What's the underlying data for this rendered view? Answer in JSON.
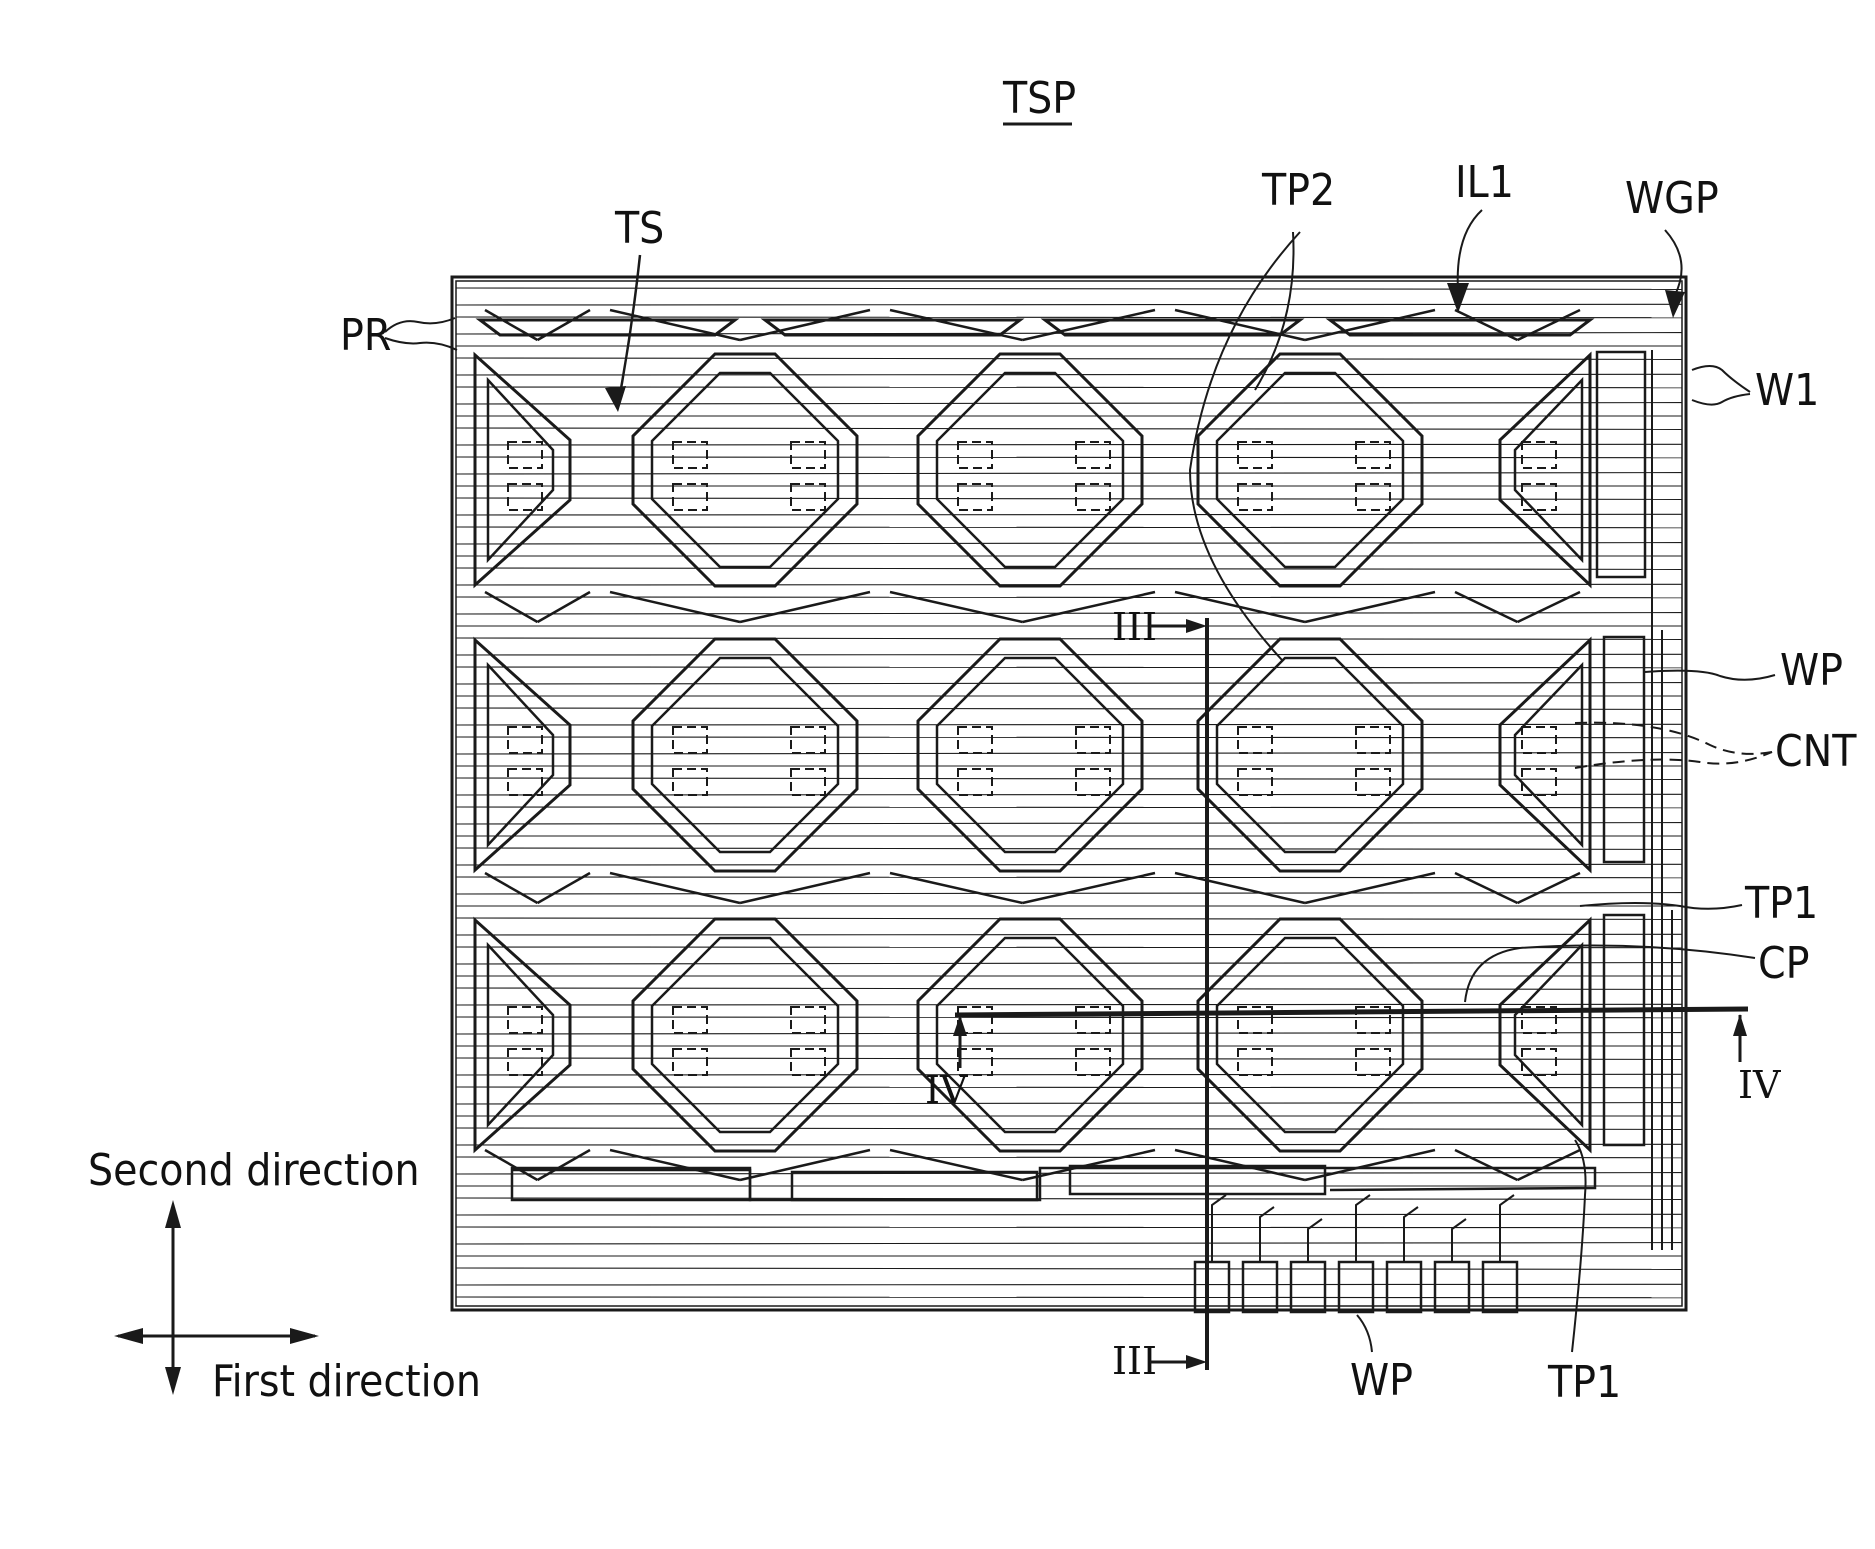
{
  "figure": {
    "title": "TSP",
    "labels": {
      "ts": "TS",
      "pr": "PR",
      "tp2": "TP2",
      "il1": "IL1",
      "wgp": "WGP",
      "w1": "W1",
      "wp_right": "WP",
      "cnt": "CNT",
      "tp1_right": "TP1",
      "cp": "CP",
      "iv_right": "IV",
      "iv_left": "IV",
      "iii_top": "III",
      "iii_bottom": "III",
      "wp_bottom": "WP",
      "tp1_bottom": "TP1"
    },
    "directions": {
      "second": "Second direction",
      "first": "First direction"
    },
    "colors": {
      "line": "#1a1a1a",
      "background": "#ffffff"
    }
  }
}
